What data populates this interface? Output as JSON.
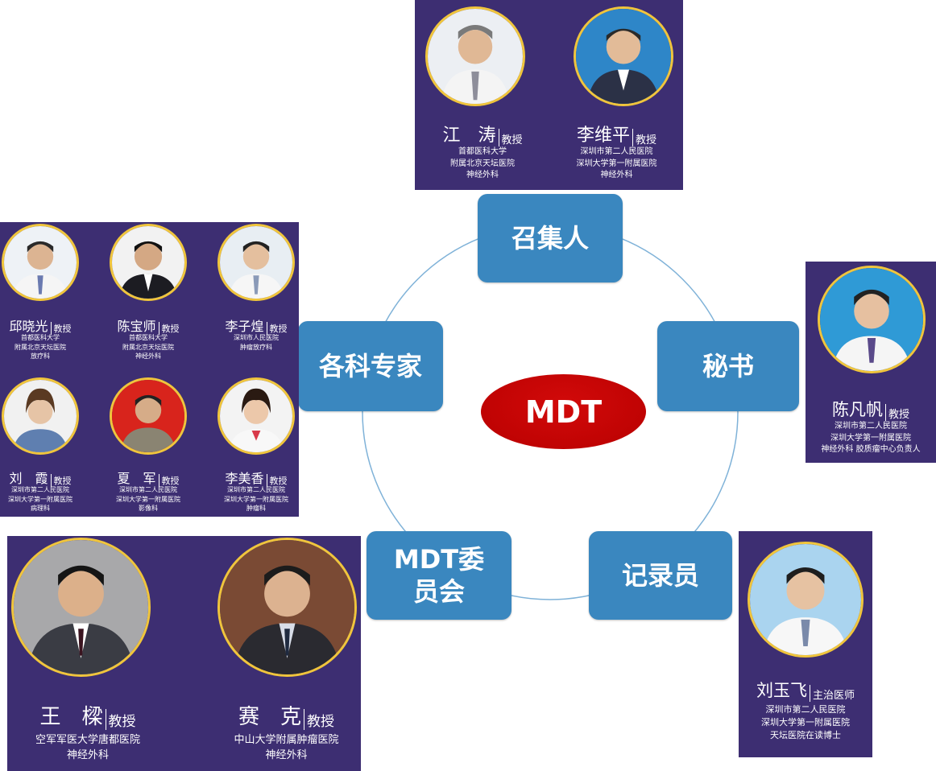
{
  "center": {
    "label": "MDT"
  },
  "roles": {
    "convener": "召集人",
    "secretary": "秘书",
    "recorder": "记录员",
    "committee": "MDT委员会",
    "experts": "各科专家"
  },
  "colors": {
    "role_box": "#3a87bf",
    "center_ellipse": "#c00000",
    "panel_bg": "#3d2e72",
    "avatar_ring": "#f0c53c"
  },
  "convener": [
    {
      "name": "江　涛",
      "title": "教授",
      "affil": [
        "首都医科大学",
        "附属北京天坛医院",
        "神经外科"
      ]
    },
    {
      "name": "李维平",
      "title": "教授",
      "affil": [
        "深圳市第二人民医院",
        "深圳大学第一附属医院",
        "神经外科"
      ]
    }
  ],
  "secretary": [
    {
      "name": "陈凡帆",
      "title": "教授",
      "affil": [
        "深圳市第二人民医院",
        "深圳大学第一附属医院",
        "神经外科  胶质瘤中心负责人"
      ]
    }
  ],
  "recorder": [
    {
      "name": "刘玉飞",
      "title": "主治医师",
      "affil": [
        "深圳市第二人民医院",
        "深圳大学第一附属医院",
        "天坛医院在读博士"
      ]
    }
  ],
  "experts": [
    {
      "name": "邱晓光",
      "title": "教授",
      "affil": [
        "首都医科大学",
        "附属北京天坛医院",
        "放疗科"
      ]
    },
    {
      "name": "陈宝师",
      "title": "教授",
      "affil": [
        "首都医科大学",
        "附属北京天坛医院",
        "神经外科"
      ]
    },
    {
      "name": "李子煌",
      "title": "教授",
      "affil": [
        "深圳市人民医院",
        "肿瘤放疗科"
      ]
    },
    {
      "name": "刘　霞",
      "title": "教授",
      "affil": [
        "深圳市第二人民医院",
        "深圳大学第一附属医院",
        "病理科"
      ]
    },
    {
      "name": "夏　军",
      "title": "教授",
      "affil": [
        "深圳市第二人民医院",
        "深圳大学第一附属医院",
        "影像科"
      ]
    },
    {
      "name": "李美香",
      "title": "教授",
      "affil": [
        "深圳市第二人民医院",
        "深圳大学第一附属医院",
        "肿瘤科"
      ]
    }
  ],
  "committee": [
    {
      "name": "王　樑",
      "title": "教授",
      "affil": [
        "空军军医大学唐都医院",
        "神经外科"
      ]
    },
    {
      "name": "赛　克",
      "title": "教授",
      "affil": [
        "中山大学附属肿瘤医院",
        "神经外科"
      ]
    }
  ]
}
